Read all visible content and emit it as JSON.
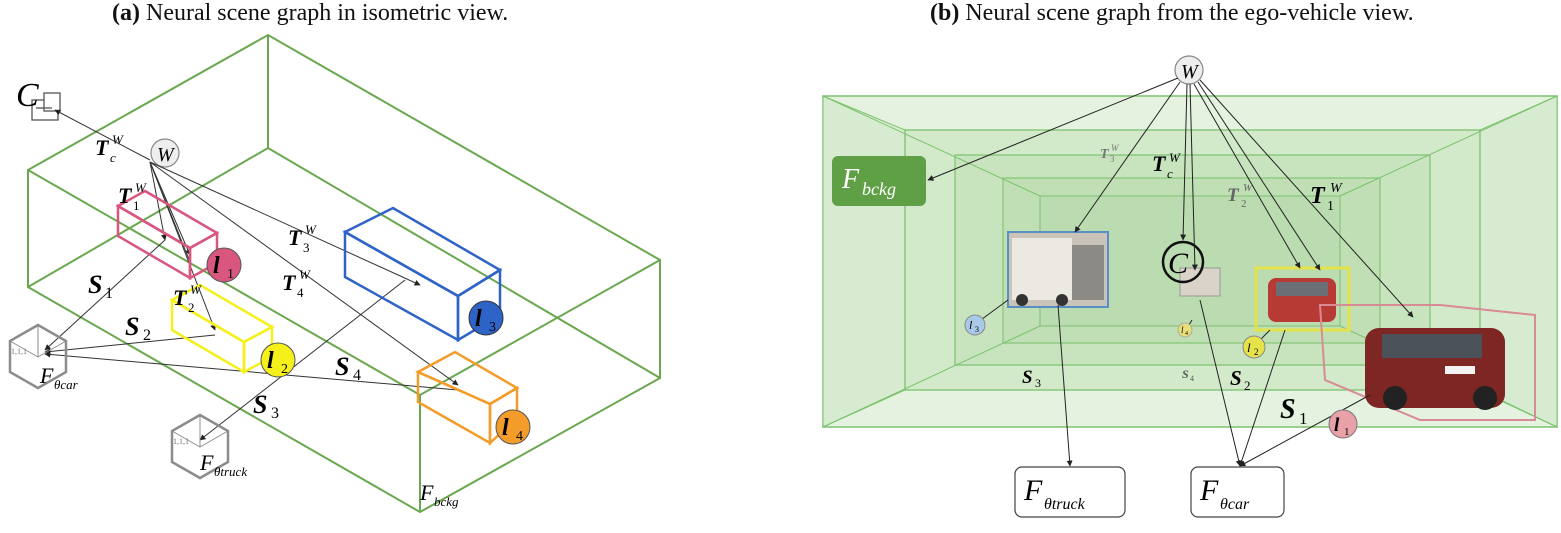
{
  "panel_a": {
    "tag": "(a)",
    "title": "Neural scene graph in isometric view.",
    "labels": {
      "camera": "C",
      "world": "W",
      "t_c": "T",
      "t_c_sub": "c",
      "t_c_sup": "W",
      "t1": "T",
      "t1_sub": "1",
      "t1_sup": "W",
      "t2": "T",
      "t2_sub": "2",
      "t2_sup": "W",
      "t3": "T",
      "t3_sub": "3",
      "t3_sup": "W",
      "t4": "T",
      "t4_sub": "4",
      "t4_sup": "W",
      "s1": "S",
      "s1_sub": "1",
      "s2": "S",
      "s2_sub": "2",
      "s3": "S",
      "s3_sub": "3",
      "s4": "S",
      "s4_sub": "4",
      "l1": "l",
      "l1_sub": "1",
      "l2": "l",
      "l2_sub": "2",
      "l3": "l",
      "l3_sub": "3",
      "l4": "l",
      "l4_sub": "4",
      "f_car": "F",
      "f_car_sub": "θcar",
      "f_truck": "F",
      "f_truck_sub": "θtruck",
      "f_bckg": "F",
      "f_bckg_sub": "bckg",
      "cube_label": "1,1,1"
    },
    "colors": {
      "box_green": "#6aa84f",
      "l1": "#d9577f",
      "l2": "#f5ef1a",
      "l3": "#2e63c8",
      "l4": "#f39c2a",
      "cube": "#8c8c8c"
    }
  },
  "panel_b": {
    "tag": "(b)",
    "title": "Neural scene graph from the ego-vehicle view.",
    "labels": {
      "world": "W",
      "camera": "C",
      "f_bckg": "F",
      "f_bckg_sub": "bckg",
      "f_truck": "F",
      "f_truck_sub": "θtruck",
      "f_car": "F",
      "f_car_sub": "θcar",
      "t_c": "T",
      "t_c_sub": "c",
      "t_c_sup": "W",
      "t1": "T",
      "t1_sub": "1",
      "t1_sup": "W",
      "t2": "T",
      "t2_sub": "2",
      "t2_sup": "W",
      "t3": "T",
      "t3_sub": "3",
      "t3_sup": "W",
      "s1": "S",
      "s1_sub": "1",
      "s2": "S",
      "s2_sub": "2",
      "s3": "S",
      "s3_sub": "3",
      "s4": "S",
      "s4_sub": "4",
      "l1": "l",
      "l1_sub": "1",
      "l2": "l",
      "l2_sub": "2",
      "l3": "l",
      "l3_sub": "3",
      "l4": "l",
      "l4_sub": "4"
    },
    "colors": {
      "corridor": "#cfe7c8",
      "corridor_line": "#7cc26e",
      "f_bckg_fill": "#5fa047",
      "l1": "#e9a1a8",
      "l2": "#e6e24a",
      "l3": "#a9c9e8",
      "l4": "#e7df79"
    }
  }
}
